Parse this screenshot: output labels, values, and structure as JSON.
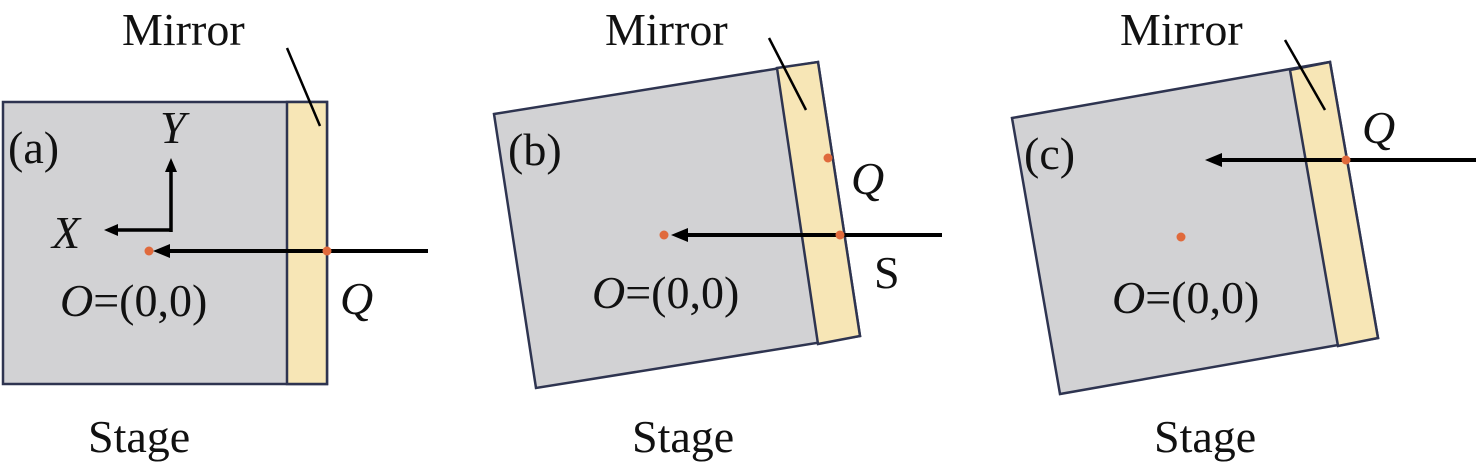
{
  "colors": {
    "stage_fill": "#d2d2d4",
    "stage_stroke": "#2e3450",
    "mirror_fill": "#f7e6b6",
    "point": "#e06a3c",
    "beam": "#000000",
    "text": "#111111"
  },
  "panels": [
    {
      "id": "a",
      "tag": "(a)",
      "mirror_label": "Mirror",
      "stage_label": "Stage",
      "origin_label_italic": "O",
      "origin_label_rest": "=(0,0)",
      "point_q_label": "Q",
      "axis_x_label": "X",
      "axis_y_label": "Y"
    },
    {
      "id": "b",
      "tag": "(b)",
      "mirror_label": "Mirror",
      "stage_label": "Stage",
      "origin_label_italic": "O",
      "origin_label_rest": "=(0,0)",
      "point_q_label": "Q",
      "point_s_label": "S"
    },
    {
      "id": "c",
      "tag": "(c)",
      "mirror_label": "Mirror",
      "stage_label": "Stage",
      "origin_label_italic": "O",
      "origin_label_rest": "=(0,0)",
      "point_q_label": "Q"
    }
  ]
}
